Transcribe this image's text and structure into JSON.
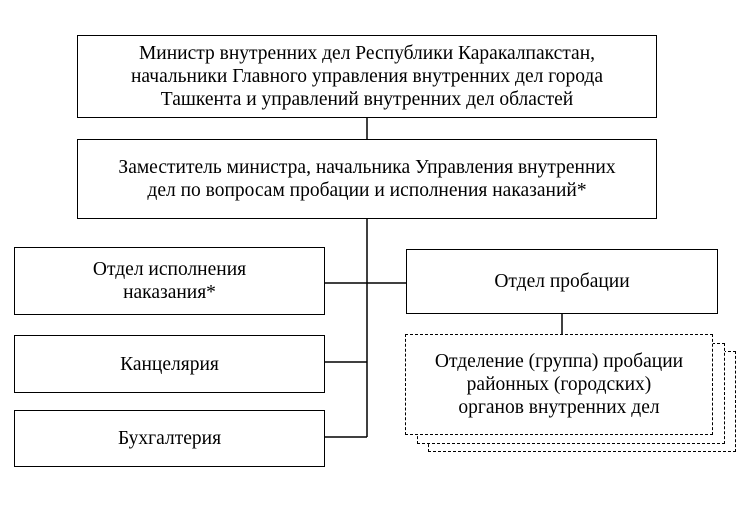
{
  "diagram": {
    "minister": "Министр внутренних дел Республики Каракалпакстан,\nначальники Главного управления внутренних дел города\nТашкента и управлений внутренних дел областей",
    "deputy": "Заместитель министра, начальника Управления внутренних\nдел по вопросам пробации и исполнения наказаний*",
    "execution_dept": "Отдел исполнения\nнаказания*",
    "chancellery": "Канцелярия",
    "accounting": "Бухгалтерия",
    "probation_dept": "Отдел пробации",
    "probation_unit": "Отделение (группа) пробации\nрайонных (городских)\nорганов внутренних дел"
  }
}
